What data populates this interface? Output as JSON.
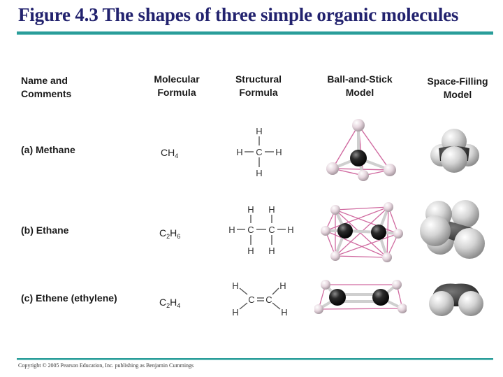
{
  "title": "Figure 4.3 The shapes of three simple organic molecules",
  "headers": {
    "name": [
      "Name and",
      "Comments"
    ],
    "molecular": [
      "Molecular",
      "Formula"
    ],
    "structural": [
      "Structural",
      "Formula"
    ],
    "ball_stick": [
      "Ball-and-Stick",
      "Model"
    ],
    "space_filling": [
      "Space-Filling",
      "Model"
    ]
  },
  "rows": [
    {
      "name": "(a) Methane",
      "formula": {
        "c": "CH",
        "c_sub": "4",
        "h": "",
        "h_sub": ""
      },
      "structural_atoms": {
        "c": "C",
        "h": "H"
      },
      "ball_stick_model": "methane-tetrahedral",
      "space_filling_model": "methane-space-filling"
    },
    {
      "name": "(b) Ethane",
      "formula": {
        "c": "C",
        "c_sub": "2",
        "h": "H",
        "h_sub": "6"
      },
      "structural_atoms": {
        "c": "C",
        "h": "H"
      },
      "ball_stick_model": "ethane-double-tetrahedral",
      "space_filling_model": "ethane-space-filling"
    },
    {
      "name": "(c) Ethene (ethylene)",
      "formula": {
        "c": "C",
        "c_sub": "2",
        "h": "H",
        "h_sub": "4"
      },
      "structural_atoms": {
        "c": "C",
        "h": "H",
        "double_bond": "="
      },
      "ball_stick_model": "ethene-planar",
      "space_filling_model": "ethene-space-filling"
    }
  ],
  "copyright": "Copyright © 2005 Pearson Education, Inc. publishing as Benjamin Cummings",
  "colors": {
    "title": "#22226e",
    "rule": "#2a9d9a",
    "bond_outline": "#d06aa0",
    "carbon": "#1e1e1e",
    "hydrogen": "#e8e8e8"
  }
}
